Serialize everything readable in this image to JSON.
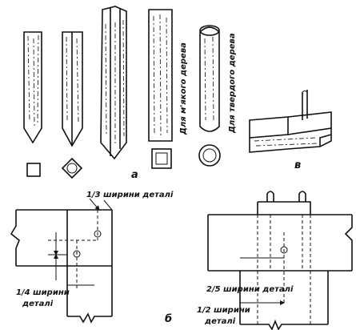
{
  "labels": {
    "panel_a": "а",
    "panel_b": "б",
    "panel_c": "в",
    "soft_wood": "Для м'якого дерева",
    "hard_wood": "Для твердого дерева",
    "third_width": "1/3 ширини деталі",
    "quarter_width_line1": "1/4 ширини",
    "quarter_width_line2": "деталі",
    "two_fifths_width": "2/5 ширини деталі",
    "half_width_line1": "1/2 ширини",
    "half_width_line2": "деталі"
  }
}
